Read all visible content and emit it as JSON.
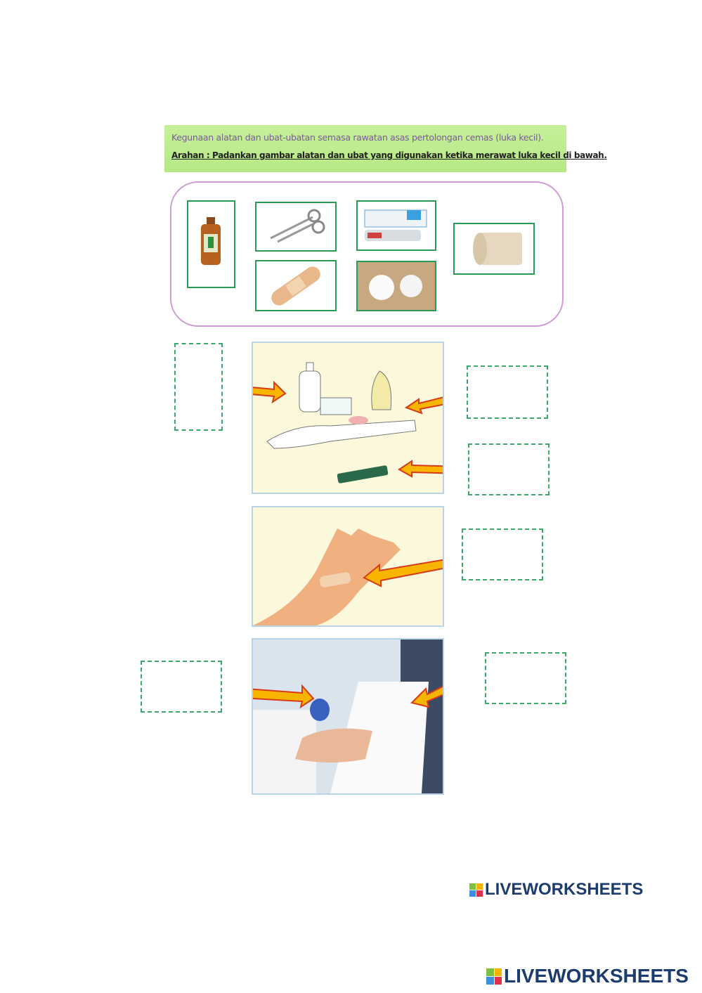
{
  "header": {
    "title": "Kegunaan alatan dan ubat-ubatan semasa rawatan asas pertolongan cemas (luka kecil).",
    "instruction": "Arahan : Padankan gambar alatan dan ubat yang digunakan ketika merawat luka kecil di bawah."
  },
  "items": [
    "antiseptic-bottle",
    "scissors",
    "antibiotic-cream",
    "bandage-roll",
    "plaster",
    "cotton-balls"
  ],
  "colors": {
    "header_bg": "#c6f09a",
    "bank_border": "#d09ad6",
    "tile_border": "#2a9a58",
    "arrow": "#f7b500",
    "logo": "#1d3c6e"
  },
  "logo": {
    "text": "LIVEWORKSHEETS",
    "letters": [
      "L",
      "I",
      "V",
      "E"
    ]
  }
}
